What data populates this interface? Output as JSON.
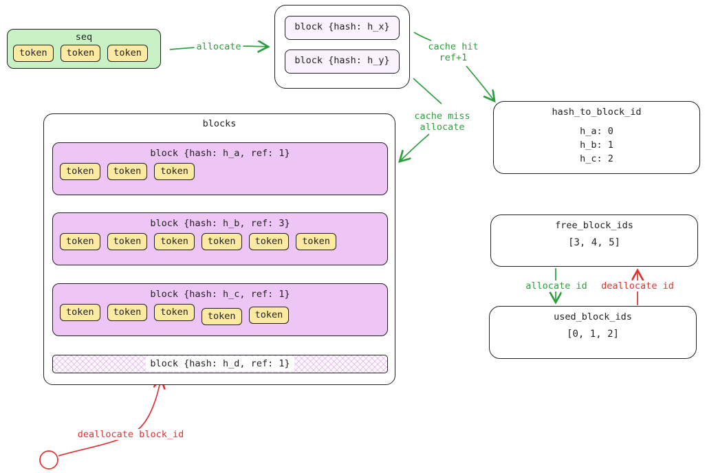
{
  "token_label": "token",
  "seq": {
    "title": "seq",
    "token_count": 3
  },
  "dedup_box": {
    "items": [
      {
        "label": "block {hash: h_x}"
      },
      {
        "label": "block {hash: h_y}"
      }
    ]
  },
  "blocks": {
    "title": "blocks",
    "rows": [
      {
        "label": "block {hash: h_a, ref: 1}",
        "token_count": 3,
        "freed": false
      },
      {
        "label": "block {hash: h_b, ref: 3}",
        "token_count": 6,
        "freed": false
      },
      {
        "label": "block {hash: h_c, ref: 1}",
        "token_count": 5,
        "freed": false
      },
      {
        "label": "block {hash: h_d, ref: 1}",
        "token_count": 0,
        "freed": true
      }
    ]
  },
  "maps": {
    "hash_to_block_id": {
      "title": "hash_to_block_id",
      "entries": [
        "h_a: 0",
        "h_b: 1",
        "h_c: 2"
      ]
    },
    "free_block_ids": {
      "title": "free_block_ids",
      "value": "[3, 4, 5]"
    },
    "used_block_ids": {
      "title": "used_block_ids",
      "value": "[0, 1, 2]"
    }
  },
  "arrow_labels": {
    "allocate": "allocate",
    "cache_hit": "cache hit\nref+1",
    "cache_miss": "cache miss\nallocate",
    "allocate_id": "allocate id",
    "deallocate_id": "deallocate id",
    "deallocate_block_id": "deallocate block_id"
  },
  "colors": {
    "ink": "#1f1f1f",
    "seq_fill": "#c8f2c5",
    "token_fill": "#fce9a2",
    "block_fill": "#eec6f5",
    "pale_block_fill": "#faf2fc",
    "arrow_green": "#2b9e3c",
    "arrow_red": "#e03131"
  }
}
